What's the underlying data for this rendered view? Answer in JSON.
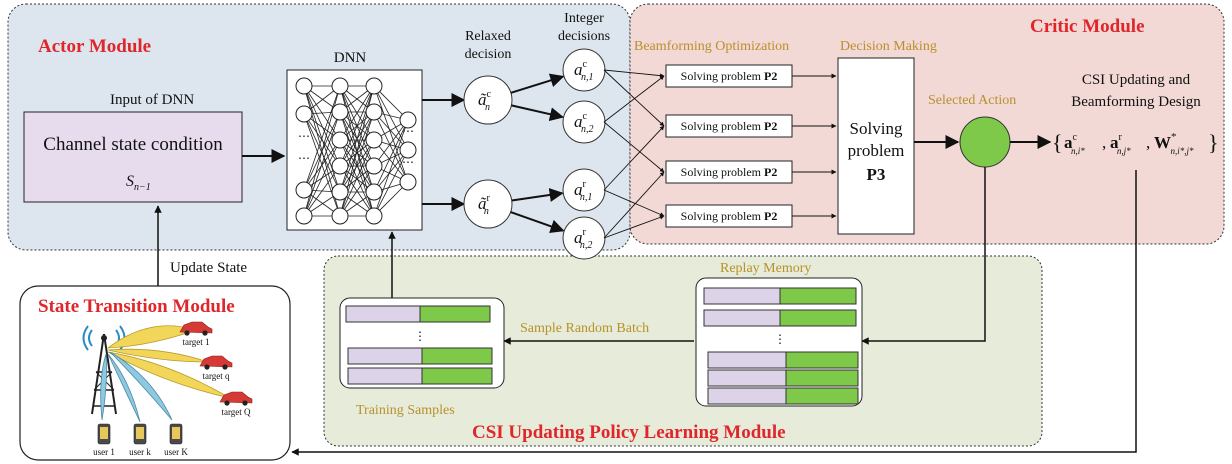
{
  "modules": {
    "actor": "Actor Module",
    "critic": "Critic Module",
    "state_transition": "State Transition  Module",
    "policy_learning": "CSI Updating Policy Learning Module"
  },
  "actor": {
    "input_label": "Input of DNN",
    "input_box": "Channel state condition",
    "state_sym": "S",
    "state_sub": "n−1",
    "dnn_label": "DNN",
    "relaxed_line1": "Relaxed",
    "relaxed_line2": "decision",
    "integer_line1": "Integer",
    "integer_line2": "decisions",
    "relaxed_nodes": [
      {
        "sym": "ã",
        "sup": "c",
        "sub": "n"
      },
      {
        "sym": "ã",
        "sup": "r",
        "sub": "n"
      }
    ],
    "integer_nodes": [
      {
        "sym": "a",
        "sup": "c",
        "sub": "n,1"
      },
      {
        "sym": "a",
        "sup": "c",
        "sub": "n,2"
      },
      {
        "sym": "a",
        "sup": "r",
        "sub": "n,1"
      },
      {
        "sym": "a",
        "sup": "r",
        "sub": "n,2"
      }
    ]
  },
  "critic": {
    "beamforming_label": "Beamforming Optimization",
    "decision_label": "Decision Making",
    "solve_prefix": "Solving problem ",
    "solve_bold": "P2",
    "p3_line1": "Solving",
    "p3_line2": "problem",
    "p3_line3": "P3",
    "selected_action": "Selected Action",
    "csi_line1": "CSI Updating and",
    "csi_line2": "Beamforming Design",
    "formula": {
      "b1": "a",
      "s1": "c",
      "d1": "n,i*",
      "b2": "a",
      "s2": "r",
      "d2": "n,j*",
      "b3": "W",
      "s3": "*",
      "d3": "n,i*,j*"
    }
  },
  "learning": {
    "replay_memory": "Replay Memory",
    "sample_batch": "Sample Random Batch",
    "training_samples": "Training Samples",
    "update_state": "Update State"
  },
  "scene": {
    "targets": [
      "target 1",
      "target q",
      "target Q"
    ],
    "users": [
      "user 1",
      "user k",
      "user K"
    ]
  },
  "colors": {
    "actor_bg": "#dde6ef",
    "critic_bg": "#f2d9d6",
    "learning_bg": "#e6ecd9",
    "input_box": "#e7dcee",
    "green": "#7ec84a",
    "purple": "#ddd3e9",
    "red_title": "#e0262a",
    "gold": "#b8902c"
  }
}
